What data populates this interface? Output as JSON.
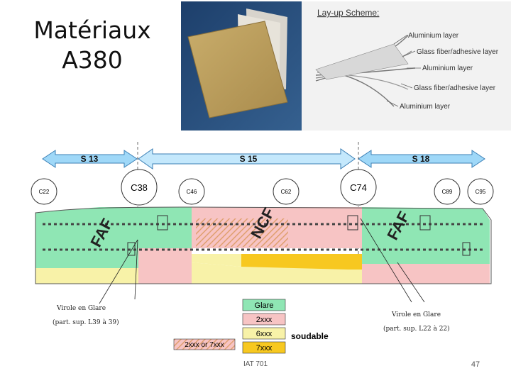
{
  "slide": {
    "title_line1": "Matériaux",
    "title_line2": "A380",
    "footer": "IAT 701",
    "page_number": "47"
  },
  "layup": {
    "title": "Lay-up Scheme:",
    "layers": [
      "Aluminium layer",
      "Glass fiber/adhesive layer",
      "Aluminium layer",
      "Glass fiber/adhesive layer",
      "Aluminium layer"
    ]
  },
  "fuselage": {
    "sections": [
      "S 13",
      "S 15",
      "S 18"
    ],
    "frames_small": [
      "C22",
      "C46",
      "C62",
      "C89",
      "C95"
    ],
    "frames_large": [
      "C38",
      "C74"
    ],
    "zone_labels": [
      "FAF",
      "NCF",
      "FAF"
    ],
    "annotations": [
      {
        "line1": "Virole en Glare",
        "line2": "(part. sup. L39 à 39)"
      },
      {
        "line1": "Virole en Glare",
        "line2": "(part. sup. L22 à 22)"
      }
    ]
  },
  "legend": {
    "items": [
      {
        "label": "Glare",
        "color": "#8fe6b4"
      },
      {
        "label": "2xxx",
        "color": "#f7c4c4"
      },
      {
        "label": "6xxx",
        "color": "#f8f2a8"
      },
      {
        "label": "7xxx",
        "color": "#f7c820"
      }
    ],
    "hatched_label": "2xxx or 7xxx",
    "soudable": "soudable"
  }
}
